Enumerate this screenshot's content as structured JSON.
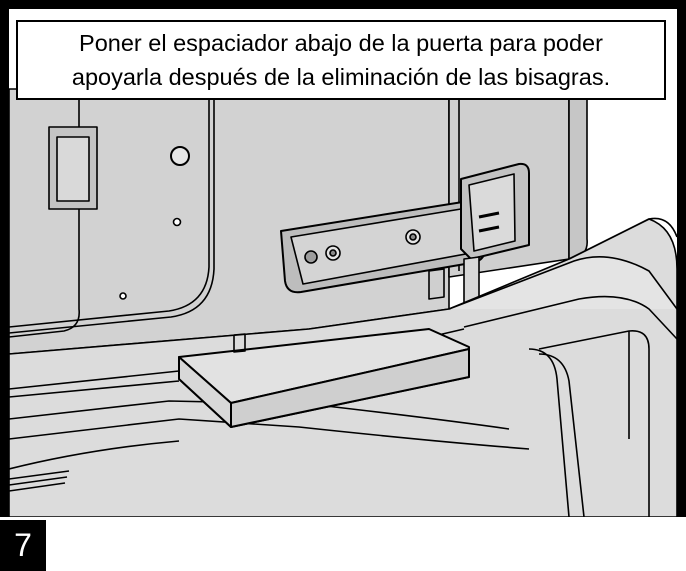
{
  "caption": {
    "text": "Poner el espaciador abajo de la puerta para poder\napoyarla después de la eliminación de las bisagras."
  },
  "step": {
    "number": "7"
  },
  "illustration": {
    "icon": "door-spacer-illustration",
    "colors": {
      "body": "#d6d6d6",
      "panel": "#c9c9c9",
      "shadow": "#b5b5b5",
      "highlight": "#e6e6e6",
      "outline": "#000000"
    }
  }
}
